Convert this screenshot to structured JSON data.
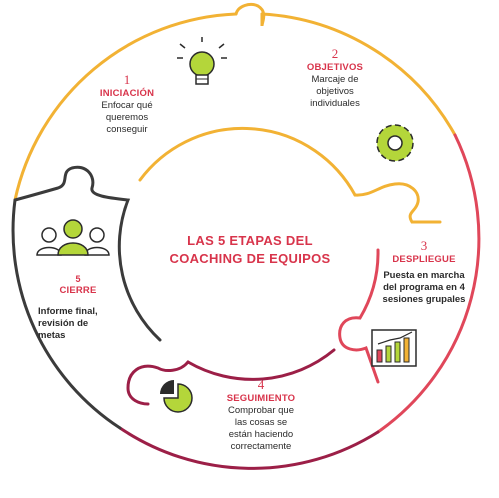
{
  "center_title": {
    "line1": "LAS 5 ETAPAS DEL",
    "line2": "COACHING DE EQUIPOS"
  },
  "colors": {
    "stage1": "#f2b234",
    "stage2": "#f2b234",
    "stage3": "#e0475a",
    "stage4": "#9c1f47",
    "stage5": "#3b3b3b",
    "title_red": "#d8344b",
    "icon_green": "#b4d63a",
    "text_dark": "#2b2b2b"
  },
  "stages": [
    {
      "number": "1",
      "title": "INICIACIÓN",
      "desc": [
        "Enfocar qué",
        "queremos",
        "conseguir"
      ],
      "icon": "lightbulb-icon"
    },
    {
      "number": "2",
      "title": "OBJETIVOS",
      "desc": [
        "Marcaje de",
        "objetivos",
        "individuales"
      ],
      "icon": "gear-icon"
    },
    {
      "number": "3",
      "title": "DESPLIEGUE",
      "desc": [
        "Puesta en marcha",
        "del programa en 4",
        "sesiones grupales"
      ],
      "icon": "bar-chart-icon"
    },
    {
      "number": "4",
      "title": "SEGUIMIENTO",
      "desc": [
        "Comprobar que",
        "las cosas se",
        "están haciendo",
        "correctamente"
      ],
      "icon": "pie-chart-icon"
    },
    {
      "number": "5",
      "title": "CIERRE",
      "desc": [
        "Informe final,",
        "revisión de",
        "metas"
      ],
      "icon": "team-icon"
    }
  ]
}
